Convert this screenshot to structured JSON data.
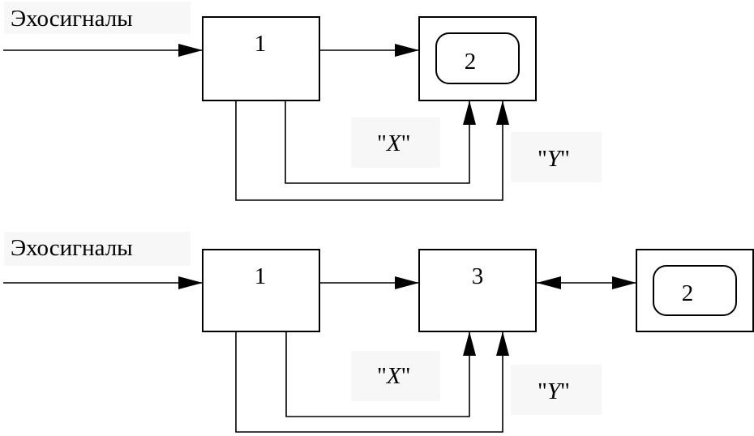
{
  "diagram_top": {
    "input_label": "Эхосигналы",
    "box1_label": "1",
    "box2_label": "2",
    "signal_x": {
      "open_quote": "\"",
      "letter": "X",
      "close_quote": "\""
    },
    "signal_y": {
      "open_quote": "\"",
      "letter": "Y",
      "close_quote": "\""
    }
  },
  "diagram_bottom": {
    "input_label": "Эхосигналы",
    "box1_label": "1",
    "box3_label": "3",
    "box2_label": "2",
    "signal_x": {
      "open_quote": "\"",
      "letter": "X",
      "close_quote": "\""
    },
    "signal_y": {
      "open_quote": "\"",
      "letter": "Y",
      "close_quote": "\""
    }
  },
  "colors": {
    "stroke": "#000000",
    "background": "#ffffff",
    "label_background": "#f7f7f7"
  }
}
